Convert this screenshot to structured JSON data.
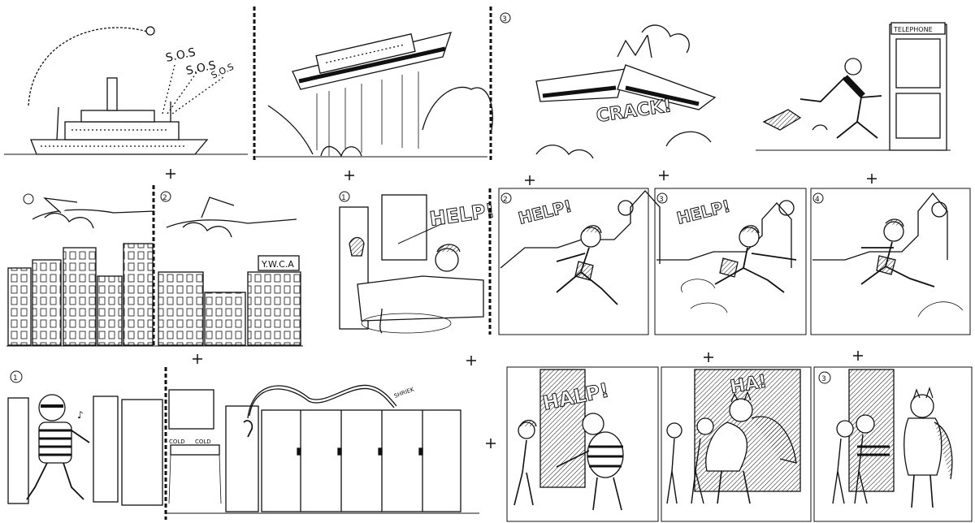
{
  "strip1": {
    "sos": [
      "S.O.S",
      "S.O.S",
      "S.O.S"
    ],
    "panel_number": "3",
    "crack": "CRACK!",
    "telephone_sign": "TELEPHONE"
  },
  "strip2": {
    "panel_numbers": [
      "2",
      "1",
      "2",
      "3",
      "4"
    ],
    "ywca_sign": "Y.W.C.A",
    "help": [
      "HELP!",
      "HELP!",
      "HELP!"
    ]
  },
  "strip3": {
    "panel_numbers": [
      "1",
      "3"
    ],
    "tap_left": "COLD",
    "tap_right": "COLD",
    "halp": "HALP!",
    "ha": "HA!",
    "whistle": "SHRIEK"
  },
  "colors": {
    "ink": "#111111",
    "paper": "#ffffff"
  }
}
